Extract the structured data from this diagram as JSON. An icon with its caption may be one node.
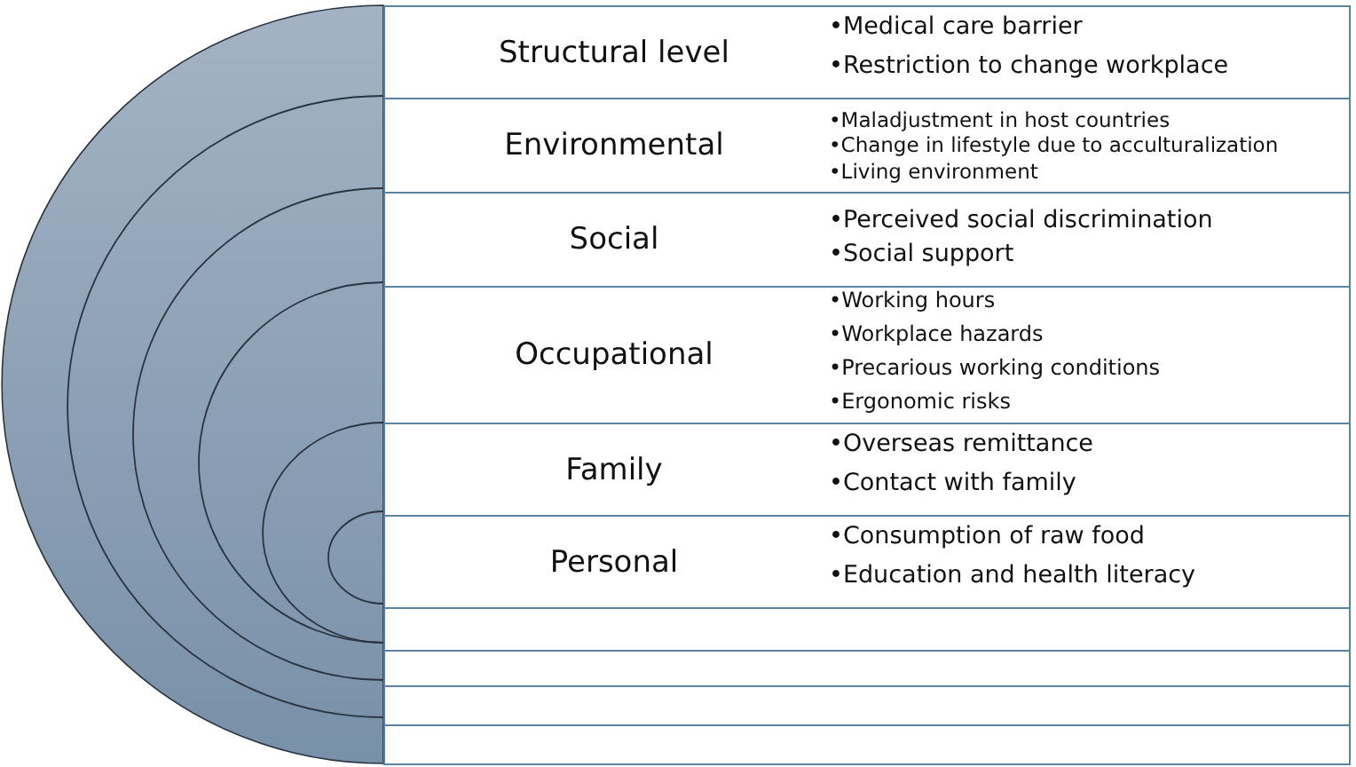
{
  "diagram": {
    "nodes": [
      {
        "text": [
          "Structural level",
          "•Medical care barrier",
          "•Restriction to change workplace"
        ]
      },
      {
        "text": [
          "Environmental",
          "•Maladjustment in host countries",
          "•Change in lifestyle due to acculturalization",
          "•Living environment"
        ]
      },
      {
        "text": [
          "Social",
          "•Perceived social discrimination",
          "•Social support"
        ]
      },
      {
        "text": [
          "Occupational",
          "•Working hours",
          "•Workplace hazards",
          "•Precarious working conditions",
          "•Ergonomic risks"
        ]
      },
      {
        "text": [
          "Family",
          "•Overseas remittance",
          "•Contact with family"
        ]
      },
      {
        "text": [
          "Personal",
          "•Consumption of raw food",
          "•Education and health literacy"
        ]
      },
      {
        "text": [],
        "shape": "box"
      },
      {
        "text": [],
        "shape": "box"
      },
      {
        "text": [],
        "shape": "box"
      },
      {
        "text": [],
        "shape": "box"
      }
    ]
  }
}
